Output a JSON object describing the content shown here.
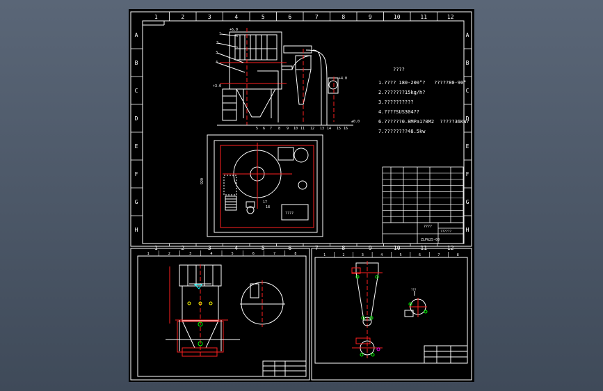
{
  "grid": {
    "top_cols": [
      "1",
      "2",
      "3",
      "4",
      "5",
      "6",
      "7",
      "8",
      "9",
      "10",
      "11",
      "12"
    ],
    "bottom_cols": [
      "1",
      "2",
      "3",
      "4",
      "5",
      "6",
      "7",
      "8",
      "9",
      "10",
      "11",
      "12"
    ],
    "rows": [
      "A",
      "B",
      "C",
      "D",
      "E",
      "F",
      "G",
      "H"
    ]
  },
  "notes": {
    "title": "????",
    "lines": [
      "1.???? 180-200°?   ?????80-90°",
      "2.???????15kg/h?",
      "3.??????????",
      "4.????SUS304??",
      "6.??????0.8MPa170M2  ?????36KW?",
      "7.????????48.5kw"
    ]
  },
  "title_block": {
    "name": "????",
    "label": "??????",
    "drawing_no": "ZLPG25-00"
  },
  "leaders": [
    "1",
    "2",
    "3",
    "4",
    "5",
    "6",
    "7",
    "8",
    "9",
    "10",
    "11",
    "12",
    "13",
    "14",
    "15",
    "16",
    "17",
    "18"
  ],
  "small_block": {
    "code": "???"
  },
  "colors": {
    "frame": "#ffffff",
    "red": "#ff2020",
    "green": "#00ff00",
    "yellow": "#ffff00",
    "magenta": "#ff00ff",
    "cyan": "#00ffff"
  }
}
